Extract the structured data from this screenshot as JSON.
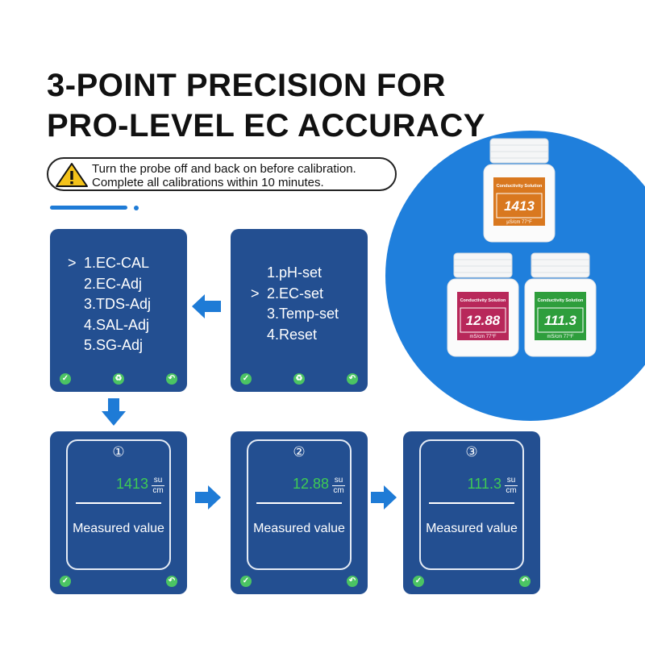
{
  "headline": {
    "line1": "3-POINT PRECISION FOR",
    "line2": "PRO-LEVEL EC ACCURACY"
  },
  "notice": {
    "line1": "Turn the probe off and back on before calibration.",
    "line2": "Complete all calibrations within 10 minutes."
  },
  "colors": {
    "panel": "#234f91",
    "accent": "#1e7bd6",
    "reading": "#3ecb54",
    "confirm": "#4bc463"
  },
  "icons": {
    "warning": "warning-icon",
    "confirm": "check-icon",
    "recycle": "recycle-icon",
    "back": "return-icon"
  },
  "bottles": [
    {
      "brand": "Conductivity Solution",
      "value": "1413",
      "unit": "µS/cm 77°F",
      "color": "#d9781f"
    },
    {
      "brand": "Conductivity Solution",
      "value": "12.88",
      "unit": "mS/cm 77°F",
      "color": "#b8285a"
    },
    {
      "brand": "Conductivity Solution",
      "value": "111.3",
      "unit": "mS/cm 77°F",
      "color": "#2e9e3c"
    }
  ],
  "menu_main": {
    "items": [
      "1.pH-set",
      "2.EC-set",
      "3.Temp-set",
      "4.Reset"
    ],
    "selected": 1
  },
  "menu_ec": {
    "items": [
      "1.EC-CAL",
      "2.EC-Adj",
      "3.TDS-Adj",
      "4.SAL-Adj",
      "5.SG-Adj"
    ],
    "selected": 0
  },
  "steps": [
    {
      "number": "①",
      "value": "1413",
      "unit_top": "su",
      "unit_bottom": "cm",
      "label": "Measured value"
    },
    {
      "number": "②",
      "value": "12.88",
      "unit_top": "su",
      "unit_bottom": "cm",
      "label": "Measured value"
    },
    {
      "number": "③",
      "value": "111.3",
      "unit_top": "su",
      "unit_bottom": "cm",
      "label": "Measured value"
    }
  ]
}
